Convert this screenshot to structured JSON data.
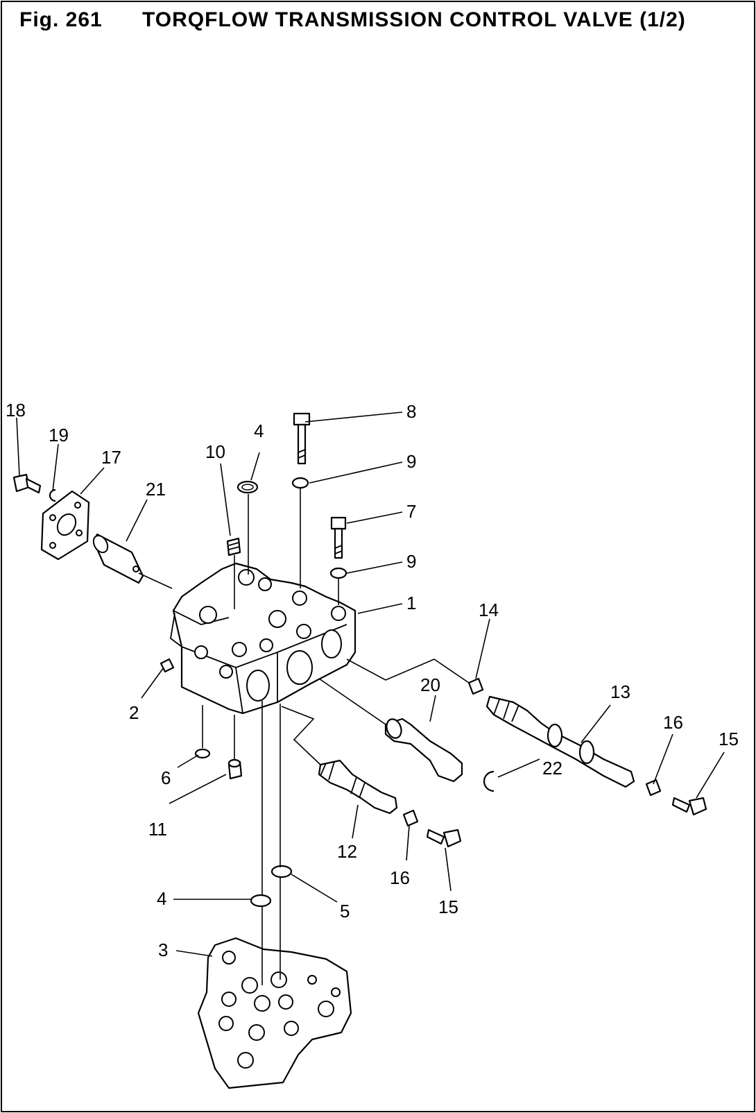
{
  "header": {
    "fig_number": "Fig. 261",
    "title": "TORQFLOW TRANSMISSION CONTROL VALVE (1/2)"
  },
  "callouts": {
    "c1": "1",
    "c2": "2",
    "c3": "3",
    "c4a": "4",
    "c4b": "4",
    "c5": "5",
    "c6": "6",
    "c7": "7",
    "c8": "8",
    "c9a": "9",
    "c9b": "9",
    "c10": "10",
    "c11": "11",
    "c12": "12",
    "c13": "13",
    "c14": "14",
    "c15a": "15",
    "c15b": "15",
    "c16a": "16",
    "c16b": "16",
    "c17": "17",
    "c18": "18",
    "c19": "19",
    "c20": "20",
    "c21": "21",
    "c22": "22"
  }
}
